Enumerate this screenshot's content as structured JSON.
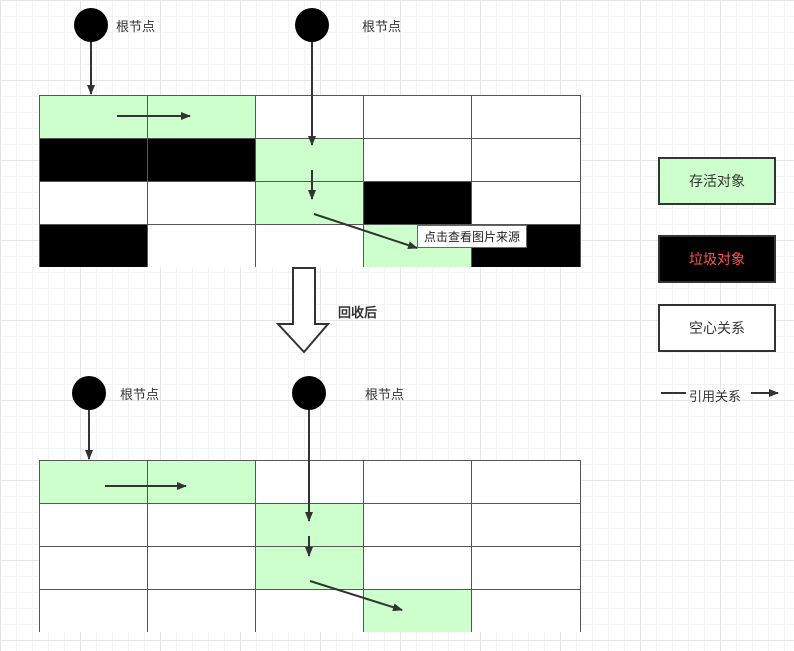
{
  "top_diagram": {
    "roots": [
      {
        "label": "根节点"
      },
      {
        "label": "根节点"
      }
    ],
    "cells": [
      [
        "alive",
        "alive",
        "empty",
        "empty",
        "empty"
      ],
      [
        "garbage",
        "garbage",
        "alive",
        "empty",
        "empty"
      ],
      [
        "empty",
        "empty",
        "alive",
        "garbage",
        "empty"
      ],
      [
        "garbage",
        "empty",
        "empty",
        "alive",
        "garbage"
      ]
    ],
    "tooltip": "点击查看图片来源"
  },
  "transition_label": "回收后",
  "bottom_diagram": {
    "roots": [
      {
        "label": "根节点"
      },
      {
        "label": "根节点"
      }
    ],
    "cells": [
      [
        "alive",
        "alive",
        "empty",
        "empty",
        "empty"
      ],
      [
        "empty",
        "empty",
        "alive",
        "empty",
        "empty"
      ],
      [
        "empty",
        "empty",
        "alive",
        "empty",
        "empty"
      ],
      [
        "empty",
        "empty",
        "empty",
        "alive",
        "empty"
      ]
    ]
  },
  "legend": {
    "alive": {
      "label": "存活对象",
      "fill": "#ccffcc",
      "text_color": "#333333"
    },
    "garbage": {
      "label": "垃圾对象",
      "fill": "#000000",
      "text_color": "#ff5555"
    },
    "empty": {
      "label": "空心关系",
      "fill": "#ffffff",
      "text_color": "#333333"
    },
    "reference": {
      "label": "引用关系"
    }
  },
  "colors": {
    "alive": "#ccffcc",
    "garbage": "#000000",
    "empty": "#ffffff",
    "arrow": "#333333"
  }
}
